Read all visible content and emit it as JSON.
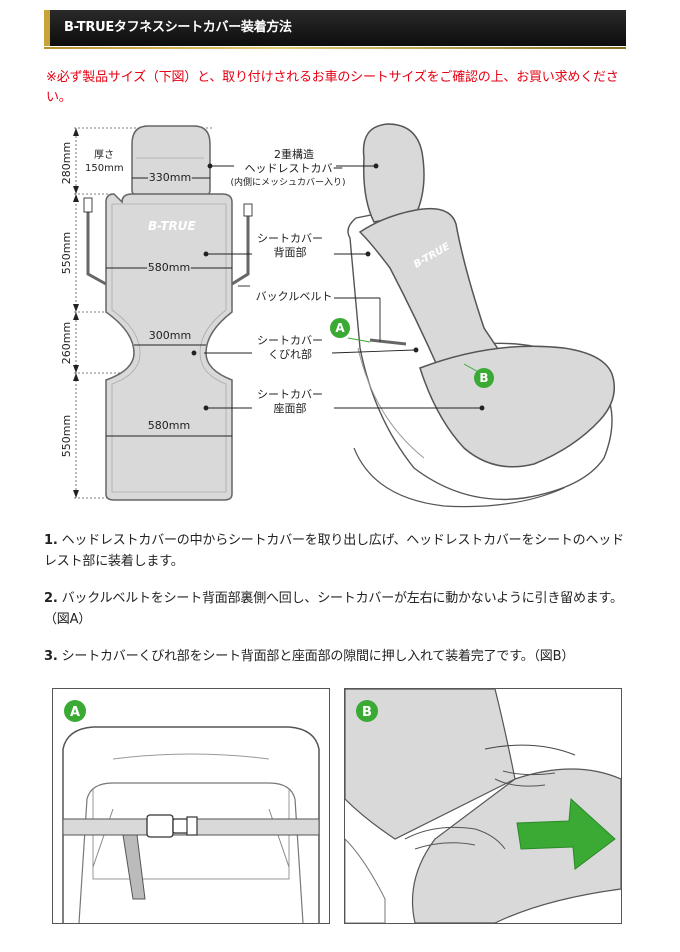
{
  "header": {
    "title": "B-TRUEタフネスシートカバー装着方法"
  },
  "notice": {
    "text": "※必ず製品サイズ（下図）と、取り付けされるお車のシートサイズをご確認の上、お買い求めください。"
  },
  "diagram": {
    "dims": {
      "headrest_height": "280mm",
      "back_height": "550mm",
      "waist_height": "260mm",
      "seat_height": "550mm",
      "thickness_label": "厚さ",
      "thickness_value": "150mm",
      "headrest_width": "330mm",
      "back_width": "580mm",
      "waist_width": "300mm",
      "seat_width": "580mm"
    },
    "logo": "B-TRUE",
    "labels": {
      "headrest_line1": "2重構造",
      "headrest_line2": "ヘッドレストカバー",
      "headrest_note": "(内側にメッシュカバー入り)",
      "back_line1": "シートカバー",
      "back_line2": "背面部",
      "buckle": "バックルベルト",
      "waist_line1": "シートカバー",
      "waist_line2": "くびれ部",
      "seat_line1": "シートカバー",
      "seat_line2": "座面部"
    },
    "markers": {
      "a": "A",
      "b": "B"
    }
  },
  "steps": [
    {
      "num": "1.",
      "text": "ヘッドレストカバーの中からシートカバーを取り出し広げ、ヘッドレストカバーをシートのヘッドレスト部に装着します。"
    },
    {
      "num": "2.",
      "text": "バックルベルトをシート背面部裏側へ回し、シートカバーが左右に動かないように引き留めます。（図A）"
    },
    {
      "num": "3.",
      "text": "シートカバーくびれ部をシート背面部と座面部の隙間に押し入れて装着完了です。（図B）"
    }
  ],
  "photos": {
    "a_badge": "A",
    "b_badge": "B"
  },
  "colors": {
    "accent_green": "#3aaa35",
    "notice_red": "#e60012",
    "cover_gray": "#d9d9d9",
    "header_gold": "#c9a23a"
  }
}
